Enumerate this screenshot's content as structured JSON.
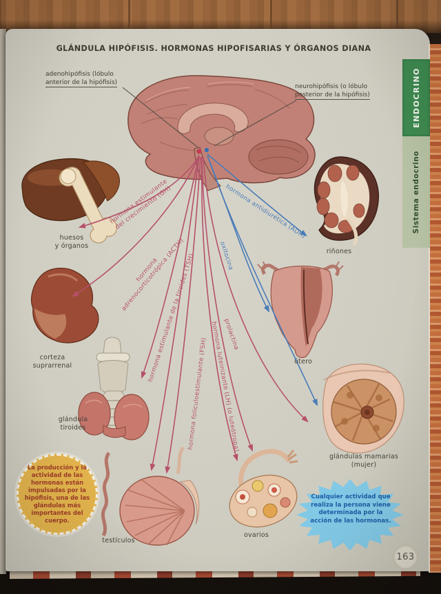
{
  "page": {
    "title": "GLÁNDULA HIPÓFISIS. HORMONAS HIPOFISARIAS Y ÓRGANOS DIANA",
    "number": "163"
  },
  "tabs": {
    "chapter": "ENDOCRINO",
    "section": "Sistema endocrino"
  },
  "pituitary_labels": {
    "anterior": {
      "line1": "adenohipófisis (lóbulo",
      "line2": "anterior de la hipófisis)"
    },
    "posterior": {
      "line1": "neurohipófisis (o lóbulo",
      "line2": "posterior de la hipófisis)"
    }
  },
  "hormones": {
    "gh": {
      "line1": "hormona estimulante",
      "line2": "del crecimiento (GH)"
    },
    "acth": {
      "line1": "hormona",
      "line2": "adrenocorticotrópica (ACTH)"
    },
    "tsh": {
      "label": "hormona estimulante de la tiroides (TSH)"
    },
    "fsh": {
      "label": "hormona foliculoestimulante (FSH)"
    },
    "lh": {
      "label": "hormona luteinizante (LH) (o luteótropa)"
    },
    "prolactin": {
      "label": "prolactina"
    },
    "adh": {
      "label": "hormona antidiurética (ADH)"
    },
    "oxytocin": {
      "label": "oxitocina"
    }
  },
  "organs": {
    "bones": {
      "line1": "huesos",
      "line2": "y órganos"
    },
    "kidneys": {
      "label": "riñones"
    },
    "adrenal": {
      "line1": "corteza",
      "line2": "suprarrenal"
    },
    "thyroid": {
      "line1": "glándula",
      "line2": "tiroides"
    },
    "uterus": {
      "label": "útero"
    },
    "mammary": {
      "line1": "glándulas mamarias",
      "line2": "(mujer)"
    },
    "testes": {
      "label": "testículos"
    },
    "ovaries": {
      "label": "ovarios"
    }
  },
  "callouts": {
    "yellow": "La producción y la actividad de las hormonas están impulsadas por la hipófisis, una de las glándulas más importantes del cuerpo.",
    "blue": "Cualquier actividad que realiza la persona viene determinada por la acción de las hormonas."
  },
  "colors": {
    "pink_arrow": "#b5506b",
    "blue_arrow": "#4a7cb8",
    "tab_green": "#3e8a50",
    "tab_sage": "#b7c2a4",
    "callout_yellow": "#e2b34c",
    "callout_blue": "#82c9e6",
    "page_background": "#d1cfc4"
  }
}
